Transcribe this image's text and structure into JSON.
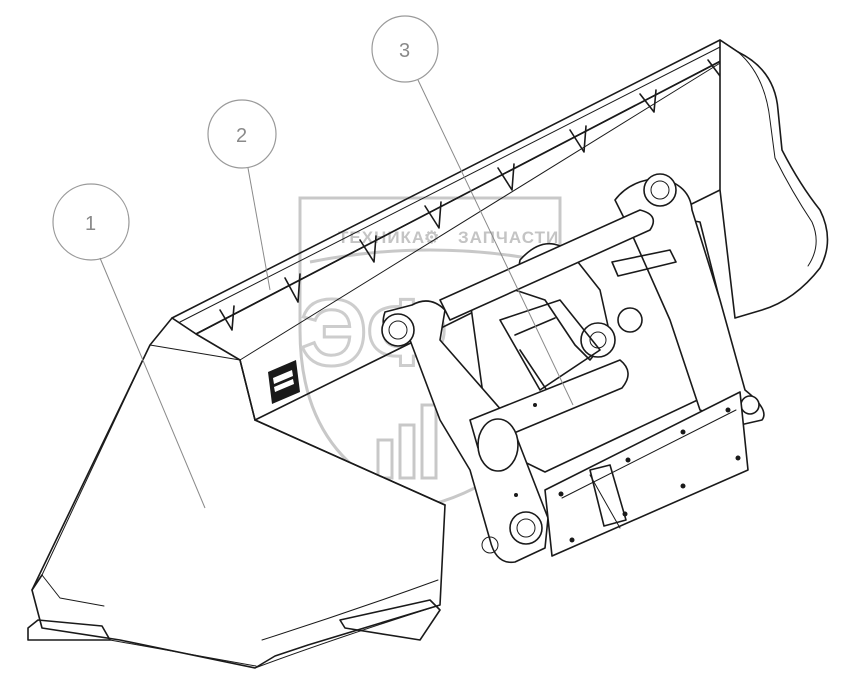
{
  "callouts": [
    {
      "id": "1",
      "label": "1"
    },
    {
      "id": "2",
      "label": "2"
    },
    {
      "id": "3",
      "label": "3"
    }
  ],
  "watermark": {
    "text_left": "ТЕХНИКА",
    "text_right": "ЗАПЧАСТИ",
    "logo": "ЭФ"
  },
  "colors": {
    "ink": "#1a1a1a",
    "callout": "#8a8a8a",
    "watermark": "#c8c8c8",
    "background": "#ffffff"
  }
}
